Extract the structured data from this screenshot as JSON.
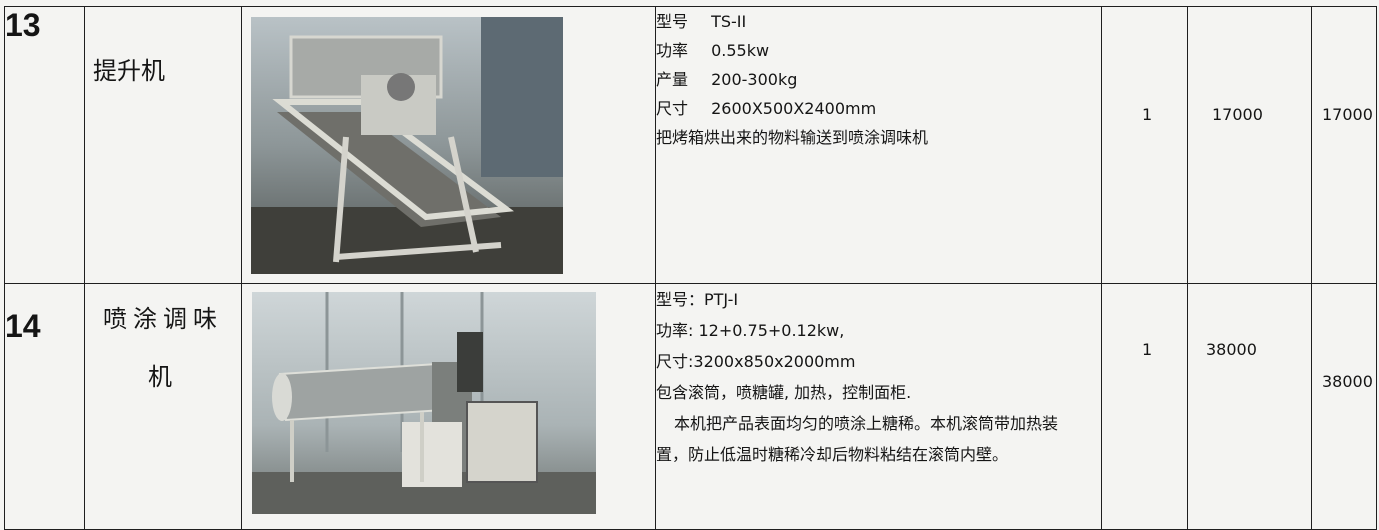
{
  "rows": [
    {
      "no": "13",
      "name": "提升机",
      "specs": [
        {
          "key": "型号",
          "value": "TS-II"
        },
        {
          "key": "功率",
          "value": "0.55kw"
        },
        {
          "key": "产量",
          "value": "200-300kg"
        },
        {
          "key": "尺寸",
          "value": "2600X500X2400mm"
        }
      ],
      "description": "把烤箱烘出来的物料输送到喷涂调味机",
      "qty": "1",
      "unit_price": "17000",
      "total": "17000"
    },
    {
      "no": "14",
      "name_line1": "喷涂调味",
      "name_line2": "机",
      "spec_lines": [
        "型号：PTJ-I",
        "功率: 12+0.75+0.12kw,",
        "尺寸:3200x850x2000mm",
        "包含滚筒，喷糖罐, 加热，控制面柜."
      ],
      "description": "本机把产品表面均匀的喷涂上糖稀。本机滚筒带加热装置，防止低温时糖稀冷却后物料粘结在滚筒内壁。",
      "qty": "1",
      "unit_price": "38000",
      "total": "38000"
    }
  ]
}
